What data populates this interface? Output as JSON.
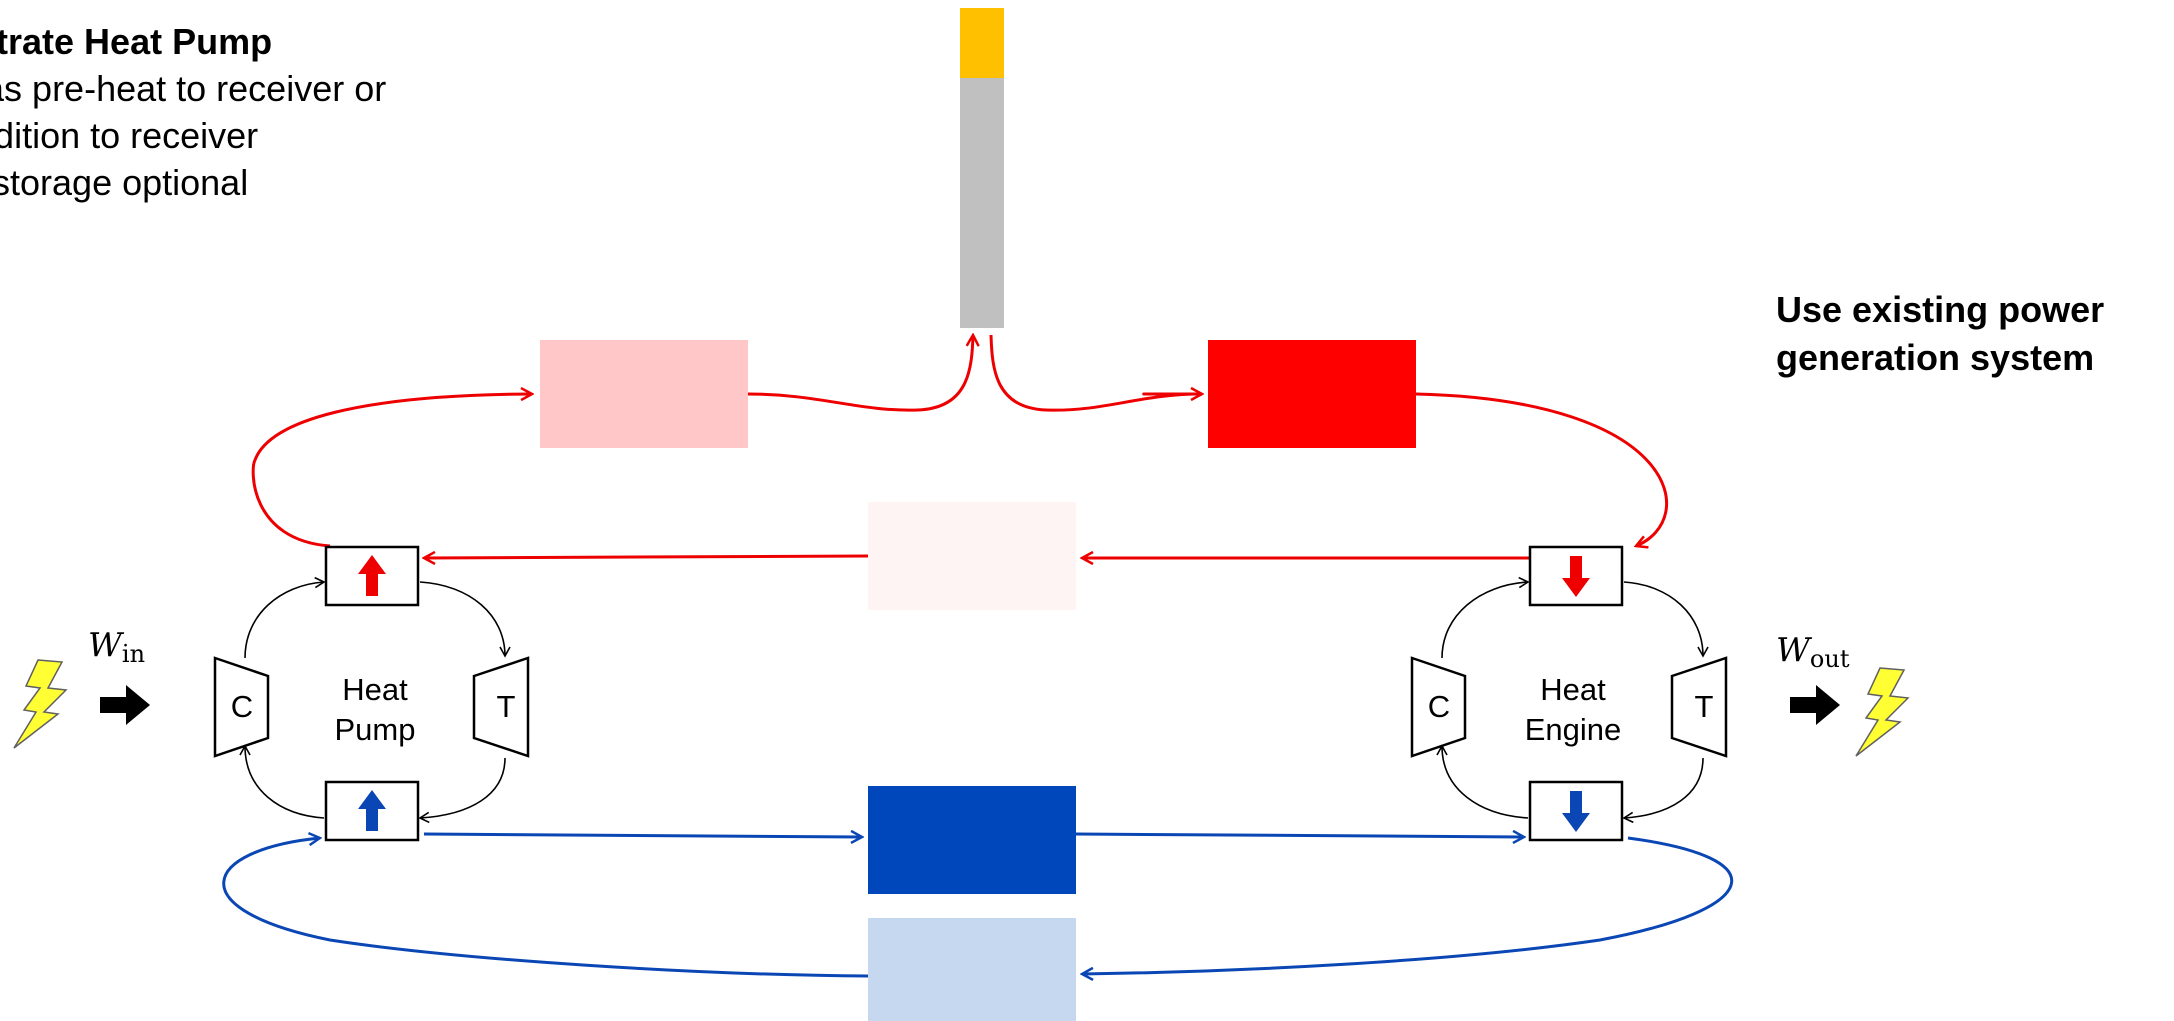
{
  "bullets": {
    "heading": "nstrate Heat Pump",
    "items": [
      "e as pre-heat to receiver or",
      "addition to receiver",
      "ld storage optional"
    ]
  },
  "right_note": {
    "line1": "Use existing power",
    "line2": "generation system"
  },
  "heat_pump": {
    "line1": "Heat",
    "line2": "Pump",
    "compressor": "C",
    "turbine": "T"
  },
  "heat_engine": {
    "line1": "Heat",
    "line2": "Engine",
    "compressor": "C",
    "turbine": "T"
  },
  "work_in": {
    "symbol": "W",
    "sub": "in"
  },
  "work_out": {
    "symbol": "W",
    "sub": "out"
  },
  "colors": {
    "hot_loop": "#ee0000",
    "cold_loop": "#0b47b4",
    "hot_tank": "#ff0000",
    "warm_tank": "#ffc7c7",
    "ambient_tank": "#fff4f4",
    "cold_tank": "#0047bb",
    "cool_tank": "#c6d8ef",
    "receiver_top": "#ffc000",
    "receiver_body": "#c0c0c0",
    "lightning": "#ffff33"
  }
}
